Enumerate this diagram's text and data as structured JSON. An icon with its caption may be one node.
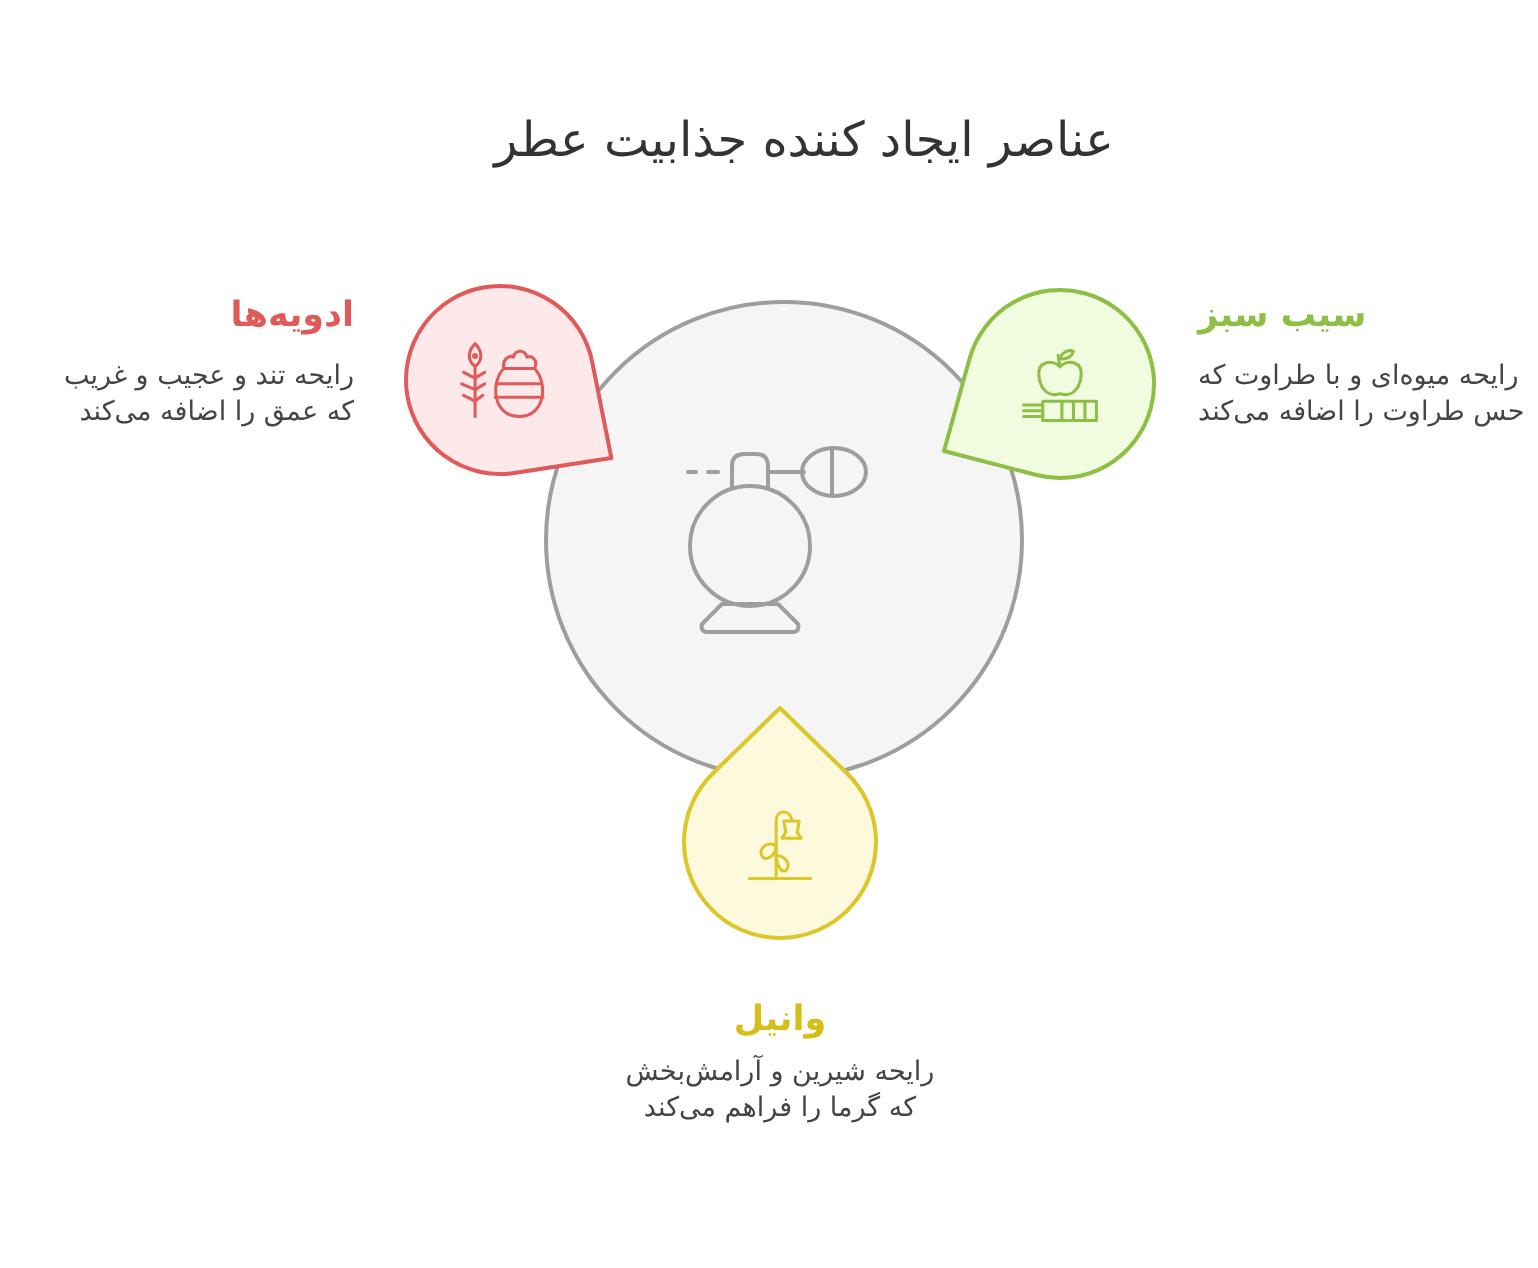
{
  "diagram": {
    "title": "عناصر ایجاد کننده جذابیت عطر",
    "nodes": [
      {
        "text": [],
        "shape": "circle"
      },
      {
        "text": [
          "سیب سبز",
          "رایحه میوه‌ای و با طراوت که حس طراوت را اضافه می‌کند"
        ]
      },
      {
        "text": [
          "ادویه‌ها",
          "رایحه تند و عجیب و غریب که عمق را اضافه می‌کند"
        ]
      },
      {
        "text": [
          "وانیل",
          "رایحه شیرین و آرامش‌بخش که گرما را فراهم می‌کند"
        ]
      }
    ]
  }
}
